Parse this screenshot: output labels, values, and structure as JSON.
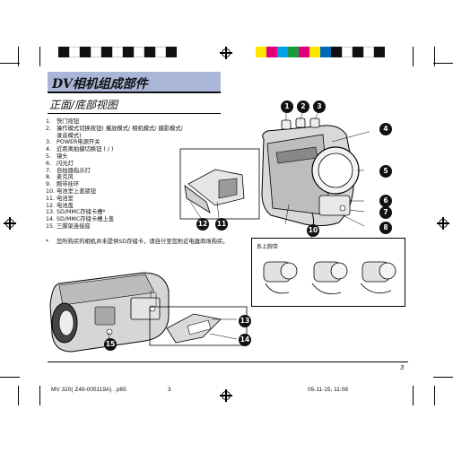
{
  "page": {
    "section_title": "DV相机组成部件",
    "subtitle": "正面/底部视图",
    "page_number": "3"
  },
  "parts": [
    {
      "num": "1.",
      "label": "快门按钮"
    },
    {
      "num": "2.",
      "label": "操作模式切换按钮(  播放模式/  相机模式/  摄影模式/"
    },
    {
      "num": "",
      "label": "  录音模式)"
    },
    {
      "num": "3.",
      "label": "POWER电源开关"
    },
    {
      "num": "4.",
      "label": "近距离拍摄切换钮 (  /  )"
    },
    {
      "num": "5.",
      "label": "镜头"
    },
    {
      "num": "6.",
      "label": "闪光灯"
    },
    {
      "num": "7.",
      "label": "自拍器指示灯"
    },
    {
      "num": "8.",
      "label": "麦克风"
    },
    {
      "num": "9.",
      "label": "腕带挂环"
    },
    {
      "num": "10.",
      "label": "电池室上盖锁钮"
    },
    {
      "num": "11.",
      "label": "电池室"
    },
    {
      "num": "12.",
      "label": "电池盖"
    },
    {
      "num": "13.",
      "label": "SD/MMC存储卡槽*"
    },
    {
      "num": "14.",
      "label": "SD/MMC存储卡槽上盖"
    },
    {
      "num": "15.",
      "label": "三脚架连接座"
    }
  ],
  "note": {
    "symbol": "*",
    "text": "您所购买的相机并未提供SD存储卡，请自行至您附近电器商场购买。"
  },
  "callouts": {
    "c1": "1",
    "c2": "2",
    "c3": "3",
    "c4": "4",
    "c5": "5",
    "c6": "6",
    "c7": "7",
    "c8": "8",
    "c10": "10",
    "c11": "11",
    "c12": "12",
    "c13": "13",
    "c14": "14",
    "c15": "15"
  },
  "strap_box": {
    "label": "系上腕带"
  },
  "footer": {
    "file": "MV 320( Z49-005119A) . p65",
    "page": "3",
    "timestamp": "05-11-15, 11:08"
  },
  "colors": {
    "title_band": "#a9b6d8",
    "bar_left": [
      "#111111",
      "#ffffff",
      "#111111",
      "#ffffff",
      "#111111",
      "#ffffff",
      "#111111",
      "#ffffff",
      "#111111",
      "#ffffff",
      "#111111"
    ],
    "bar_right": [
      "#ffe600",
      "#e2007a",
      "#00a0e9",
      "#1a9a3c",
      "#e2007a",
      "#ffe600",
      "#0068b7",
      "#111111",
      "#ffffff",
      "#111111",
      "#ffffff",
      "#111111"
    ]
  }
}
